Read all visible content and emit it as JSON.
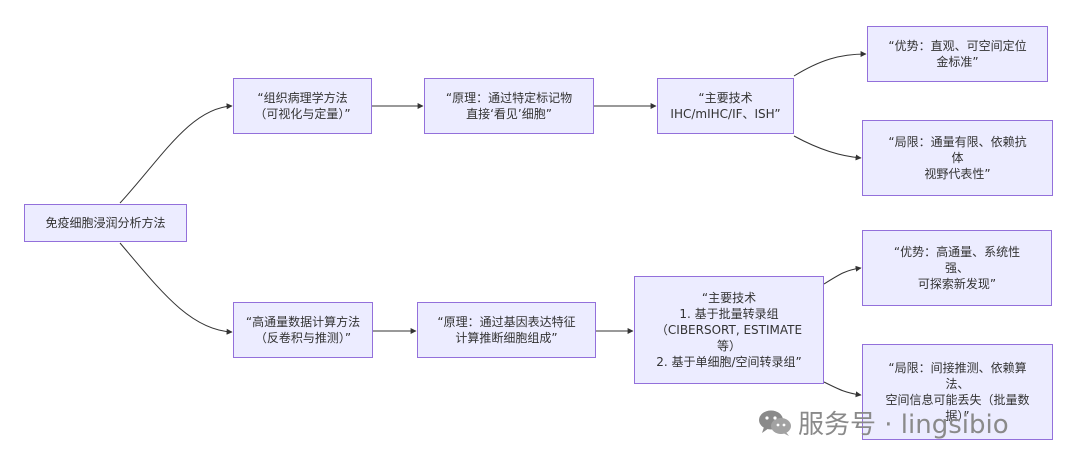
{
  "diagram": {
    "root": {
      "label": "免疫细胞浸润分析方法"
    },
    "branch_top": {
      "method": [
        "“组织病理学方法",
        "（可视化与定量）”"
      ],
      "principle": [
        "“原理：通过特定标记物",
        "直接‘看见’细胞”"
      ],
      "techniques": [
        "“主要技术",
        "IHC/mIHC/IF、ISH”"
      ],
      "advantage": [
        "“优势：直观、可空间定位",
        "金标准”"
      ],
      "limitation": [
        "“局限：通量有限、依赖抗",
        "体",
        "视野代表性”"
      ]
    },
    "branch_bottom": {
      "method": [
        "“高通量数据计算方法",
        "（反卷积与推测）”"
      ],
      "principle": [
        "“原理：通过基因表达特征",
        "计算推断细胞组成”"
      ],
      "techniques": [
        "“主要技术",
        "1. 基于批量转录组",
        "（CIBERSORT, ESTIMATE",
        "等）",
        "2. 基于单细胞/空间转录组”"
      ],
      "advantage": [
        "“优势：高通量、系统性",
        "强、",
        "可探索新发现”"
      ],
      "limitation": [
        "“局限：间接推测、依赖算",
        "法、",
        "空间信息可能丢失（批量数",
        "据）”"
      ]
    }
  },
  "watermark": {
    "text": "服务号 · lingsibio"
  },
  "colors": {
    "node_fill": "#ECECFF",
    "node_border": "#9370DB",
    "edge": "#333333",
    "watermark": "#8a8a8a"
  }
}
